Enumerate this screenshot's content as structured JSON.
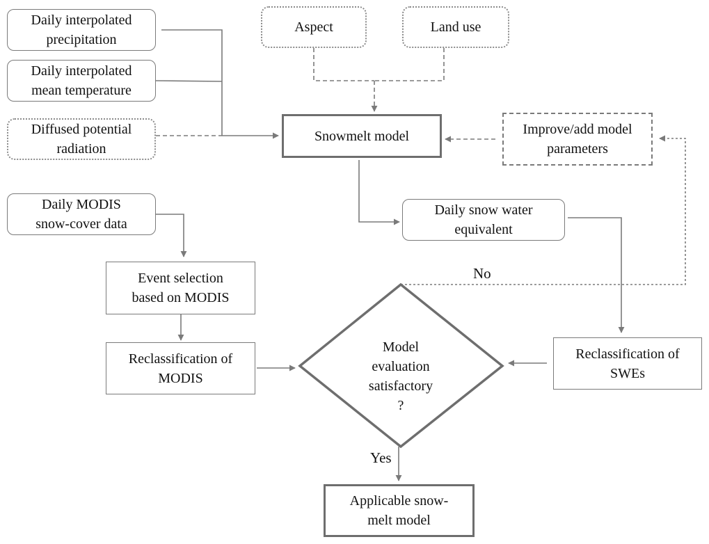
{
  "nodes": {
    "precip": {
      "lines": [
        "Daily interpolated",
        "precipitation"
      ]
    },
    "temp": {
      "lines": [
        "Daily interpolated",
        "mean temperature"
      ]
    },
    "radiation": {
      "lines": [
        "Diffused potential",
        "radiation"
      ]
    },
    "aspect": {
      "lines": [
        "Aspect"
      ]
    },
    "landuse": {
      "lines": [
        "Land use"
      ]
    },
    "snowmelt": {
      "lines": [
        "Snowmelt model"
      ]
    },
    "improve": {
      "lines": [
        "Improve/add model",
        "parameters"
      ]
    },
    "swe": {
      "lines": [
        "Daily snow water",
        "equivalent"
      ]
    },
    "modis_data": {
      "lines": [
        "Daily MODIS",
        "snow-cover data"
      ]
    },
    "event": {
      "lines": [
        "Event selection",
        "based on MODIS"
      ]
    },
    "reclass_modis": {
      "lines": [
        "Reclassification of",
        "MODIS"
      ]
    },
    "decision": {
      "lines": [
        "Model",
        "evaluation",
        "satisfactory",
        "?"
      ]
    },
    "reclass_swe": {
      "lines": [
        "Reclassification of",
        "SWEs"
      ]
    },
    "applicable": {
      "lines": [
        "Applicable  snow-",
        "melt model"
      ]
    }
  },
  "edge_labels": {
    "no": "No",
    "yes": "Yes"
  },
  "colors": {
    "line": "#7a7a7a",
    "text": "#111111",
    "background": "#ffffff"
  }
}
